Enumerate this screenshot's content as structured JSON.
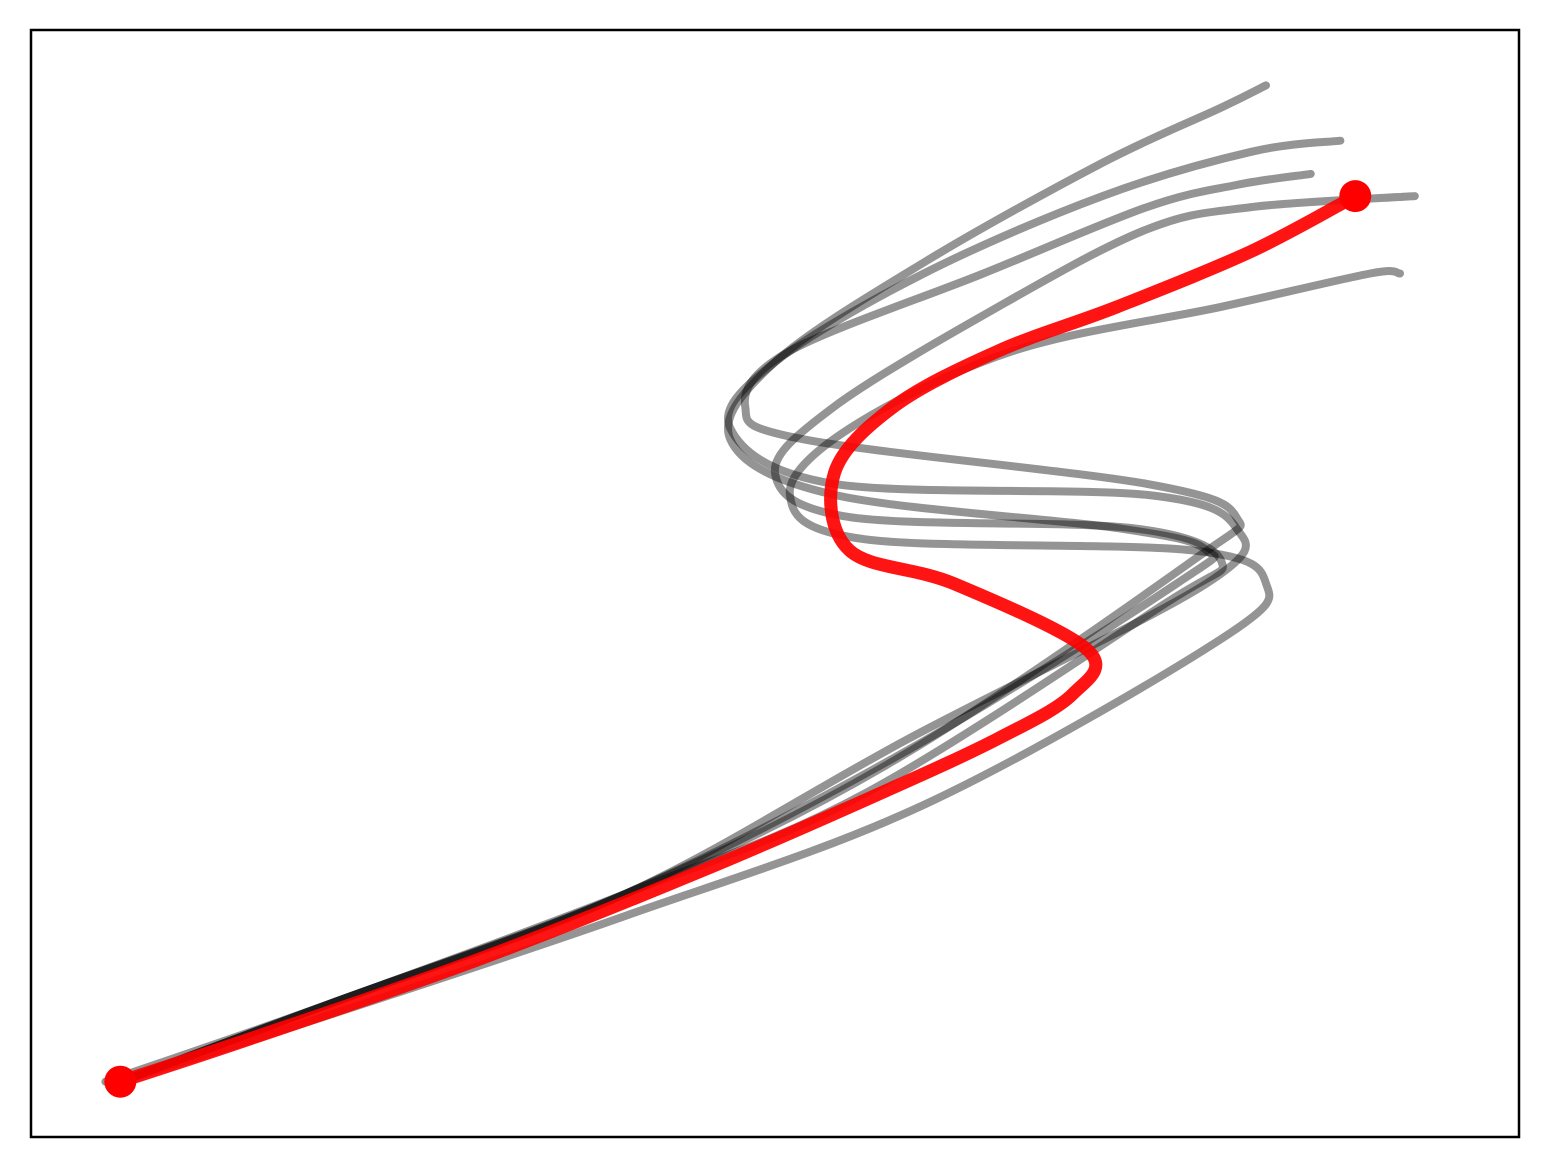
{
  "colors": {
    "background": "#ffffff",
    "frame": "#000000",
    "sample_paths": "#000000",
    "mean_path": "#ff0000"
  },
  "chart_data": {
    "type": "line",
    "title": "",
    "xlabel": "",
    "ylabel": "",
    "axes_visible": false,
    "ticks": "none",
    "grid": false,
    "legend": "none",
    "xlim": [
      0,
      100
    ],
    "ylim": [
      0,
      100
    ],
    "sample_series": [
      {
        "points": [
          [
            6,
            5
          ],
          [
            20,
            12
          ],
          [
            40,
            22
          ],
          [
            58,
            34
          ],
          [
            78,
            52
          ],
          [
            81,
            56
          ],
          [
            75,
            59
          ],
          [
            52,
            63
          ],
          [
            48,
            66
          ],
          [
            51,
            71
          ],
          [
            64,
            78
          ],
          [
            75,
            84
          ],
          [
            81,
            86
          ],
          [
            86,
            87
          ]
        ]
      },
      {
        "points": [
          [
            5,
            5
          ],
          [
            20,
            12
          ],
          [
            40,
            22
          ],
          [
            56,
            31
          ],
          [
            76,
            48
          ],
          [
            80,
            52
          ],
          [
            74,
            55
          ],
          [
            55,
            56
          ],
          [
            50,
            60
          ],
          [
            54,
            66
          ],
          [
            65,
            75
          ],
          [
            75,
            82
          ],
          [
            82,
            84
          ],
          [
            93,
            85
          ]
        ]
      },
      {
        "points": [
          [
            6,
            5
          ],
          [
            20,
            12
          ],
          [
            40,
            22
          ],
          [
            59,
            35
          ],
          [
            77,
            50
          ],
          [
            79,
            53
          ],
          [
            73,
            55
          ],
          [
            54,
            58
          ],
          [
            47,
            63
          ],
          [
            50,
            70
          ],
          [
            60,
            79
          ],
          [
            72,
            88
          ],
          [
            80,
            93
          ],
          [
            83,
            95
          ]
        ]
      },
      {
        "points": [
          [
            6,
            5
          ],
          [
            20,
            11
          ],
          [
            40,
            20
          ],
          [
            60,
            30
          ],
          [
            80,
            45
          ],
          [
            83,
            50
          ],
          [
            78,
            53
          ],
          [
            56,
            54
          ],
          [
            51,
            58
          ],
          [
            55,
            64
          ],
          [
            66,
            71
          ],
          [
            80,
            75
          ],
          [
            90,
            78
          ],
          [
            92,
            78
          ]
        ]
      },
      {
        "points": [
          [
            6,
            5
          ],
          [
            20,
            12
          ],
          [
            40,
            22
          ],
          [
            59,
            36
          ],
          [
            79,
            50
          ],
          [
            81,
            55
          ],
          [
            75,
            58
          ],
          [
            54,
            59
          ],
          [
            47,
            64
          ],
          [
            50,
            70
          ],
          [
            60,
            78
          ],
          [
            72,
            85
          ],
          [
            82,
            89
          ],
          [
            88,
            90
          ]
        ]
      }
    ],
    "mean_series": {
      "points": [
        [
          6,
          5
        ],
        [
          15,
          9
        ],
        [
          30,
          16
        ],
        [
          45,
          24
        ],
        [
          57,
          31
        ],
        [
          65,
          36
        ],
        [
          70,
          40
        ],
        [
          71,
          44
        ],
        [
          62,
          50
        ],
        [
          55,
          53
        ],
        [
          54,
          60
        ],
        [
          58,
          66
        ],
        [
          65,
          71
        ],
        [
          73,
          75
        ],
        [
          82,
          80
        ],
        [
          89,
          85
        ]
      ]
    },
    "markers": [
      {
        "series": "mean",
        "position": "start",
        "point": [
          6,
          5
        ]
      },
      {
        "series": "mean",
        "position": "end",
        "point": [
          89,
          85
        ]
      }
    ]
  }
}
